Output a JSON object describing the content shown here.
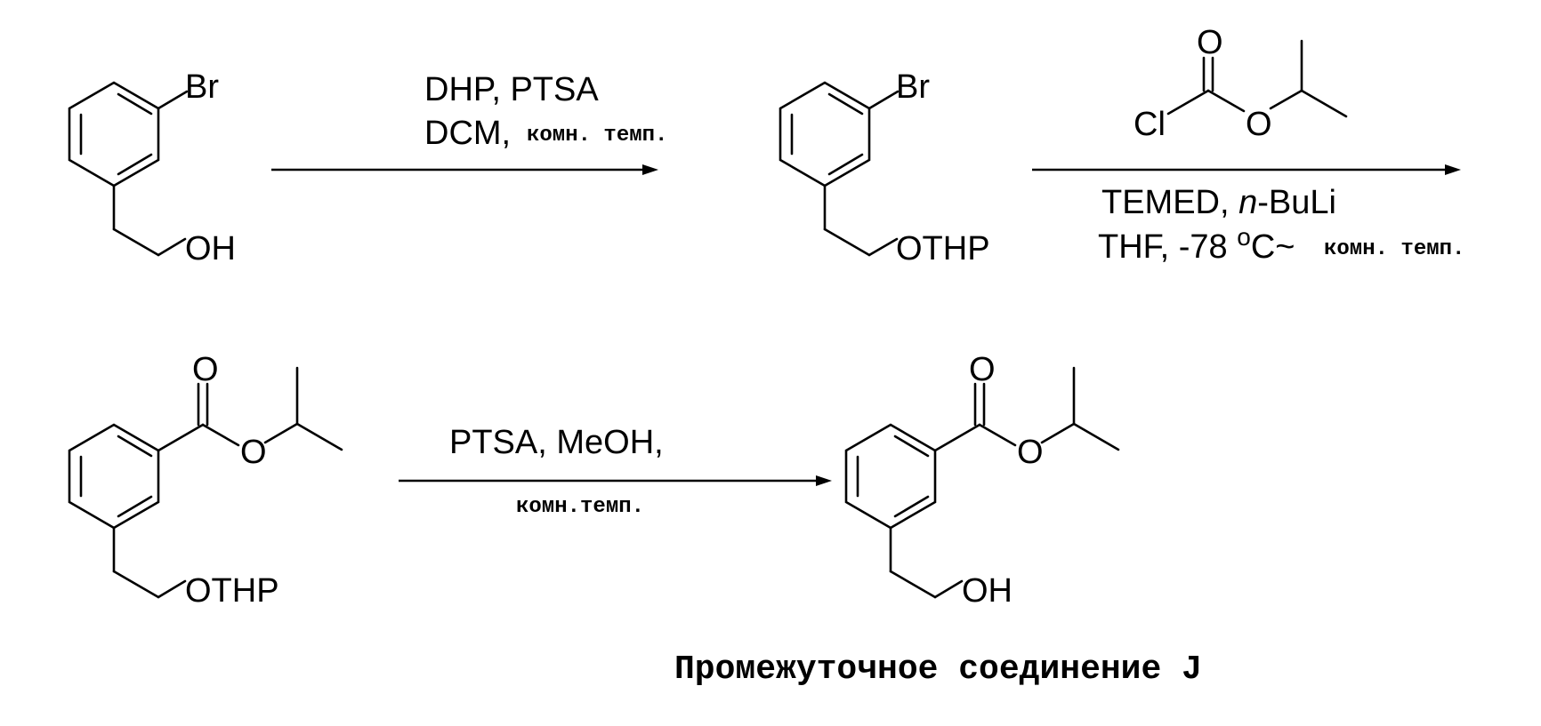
{
  "molecules": {
    "m1": {
      "sub1": "Br",
      "sub2": "OH"
    },
    "m2": {
      "sub1": "Br",
      "sub2": "OTHP"
    },
    "reagent": {
      "o": "O",
      "cl": "Cl",
      "o2": "O"
    },
    "m3": {
      "o": "O",
      "o2": "O",
      "sub2": "OTHP"
    },
    "m4": {
      "o": "O",
      "o2": "O",
      "sub2": "OH"
    }
  },
  "step1": {
    "line1": "DHP, PTSA",
    "line2_prefix": "DCM,",
    "line2_suffix": "комн. темп."
  },
  "step2": {
    "line1_prefix": "TEMED, ",
    "line1_italic": "n",
    "line1_suffix": "-BuLi",
    "line2_prefix": "THF, -78 ",
    "degree": "o",
    "line2_mid": "C~",
    "line2_suffix": "комн. темп."
  },
  "step3": {
    "line1": "PTSA, MeOH,",
    "line2": "комн.темп."
  },
  "caption": "Промежуточное соединение J"
}
